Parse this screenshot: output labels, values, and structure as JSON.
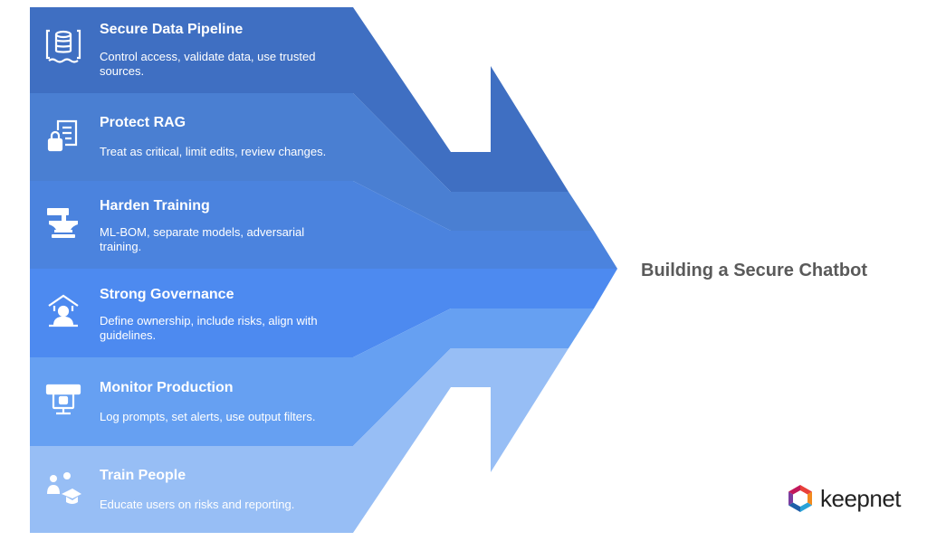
{
  "goal": "Building a Secure Chatbot",
  "brand": {
    "name": "keepnet",
    "logo_icon": "keepnet-hexagon-logo-icon"
  },
  "colors": {
    "band1": "#3f6fc2",
    "band2": "#4a7fd2",
    "band3": "#4b83de",
    "band4": "#4d8af0",
    "band5": "#66a0f2",
    "band6": "#97bef5",
    "goal_text": "#5a5a5a"
  },
  "items": [
    {
      "title": "Secure Data Pipeline",
      "description": "Control access, validate data, use trusted sources.",
      "icon": "database-icon"
    },
    {
      "title": "Protect RAG",
      "description": "Treat as critical, limit edits, review changes.",
      "icon": "document-lock-icon"
    },
    {
      "title": "Harden Training",
      "description": "ML-BOM, separate models, adversarial training.",
      "icon": "anvil-hammer-icon"
    },
    {
      "title": "Strong Governance",
      "description": "Define ownership, include risks, align with guidelines.",
      "icon": "governance-person-icon"
    },
    {
      "title": "Monitor Production",
      "description": "Log prompts, set alerts, use output filters.",
      "icon": "monitor-icon"
    },
    {
      "title": "Train People",
      "description": "Educate users on risks and reporting.",
      "icon": "people-graduation-icon"
    }
  ]
}
